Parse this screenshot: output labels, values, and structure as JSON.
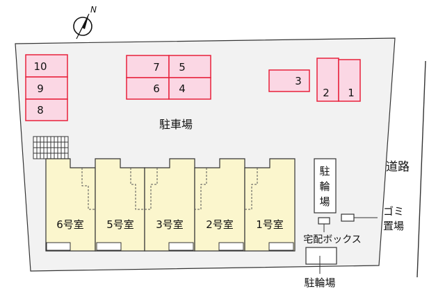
{
  "parking_label": "駐車場",
  "road_label": "道路",
  "parking_spaces": [
    "1",
    "2",
    "3",
    "4",
    "5",
    "6",
    "7",
    "8",
    "9",
    "10"
  ],
  "units": [
    "6号室",
    "5号室",
    "3号室",
    "2号室",
    "1号室"
  ],
  "bicycle_parking_label": "駐輪場",
  "bicycle_parking_vertical": [
    "駐",
    "輪",
    "場"
  ],
  "delivery_box_label": "宅配ボックス",
  "garbage_label": [
    "ゴミ",
    "置場"
  ],
  "north_label": "N",
  "colors": {
    "lot": "#f2f2f2",
    "parking_fill": "#fbd7e4",
    "parking_stroke": "#e8213b",
    "unit_fill": "#fbf6cd",
    "outline": "#333333"
  }
}
